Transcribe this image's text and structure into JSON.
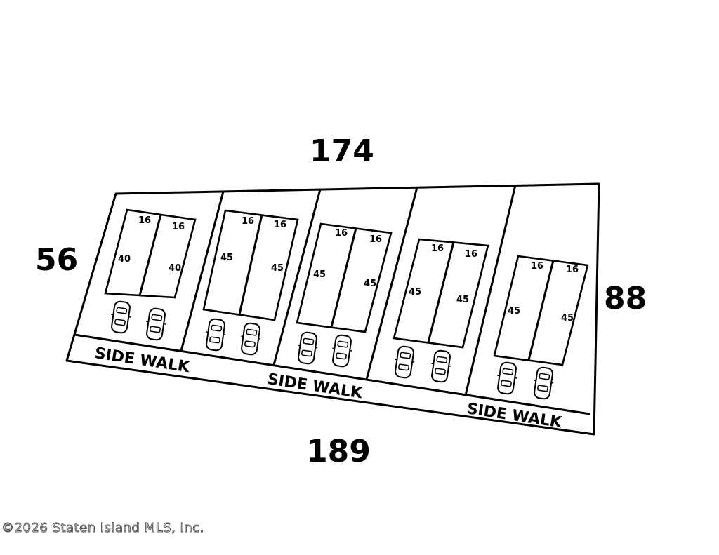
{
  "dimensions": {
    "top": "174",
    "bottom": "189",
    "left": "56",
    "right": "88"
  },
  "sidewalk_label": "SIDE WALK",
  "lots": [
    {
      "units": [
        {
          "width": "16",
          "depth": "40"
        },
        {
          "width": "16",
          "depth": "40"
        }
      ]
    },
    {
      "units": [
        {
          "width": "16",
          "depth": "45"
        },
        {
          "width": "16",
          "depth": "45"
        }
      ]
    },
    {
      "units": [
        {
          "width": "16",
          "depth": "45"
        },
        {
          "width": "16",
          "depth": "45"
        }
      ]
    },
    {
      "units": [
        {
          "width": "16",
          "depth": "45"
        },
        {
          "width": "16",
          "depth": "45"
        }
      ]
    },
    {
      "units": [
        {
          "width": "16",
          "depth": "45"
        },
        {
          "width": "16",
          "depth": "45"
        }
      ]
    }
  ],
  "cars_per_lot": 2,
  "icon": "car-top-view-icon",
  "watermark": "©2026 Staten Island MLS, Inc."
}
